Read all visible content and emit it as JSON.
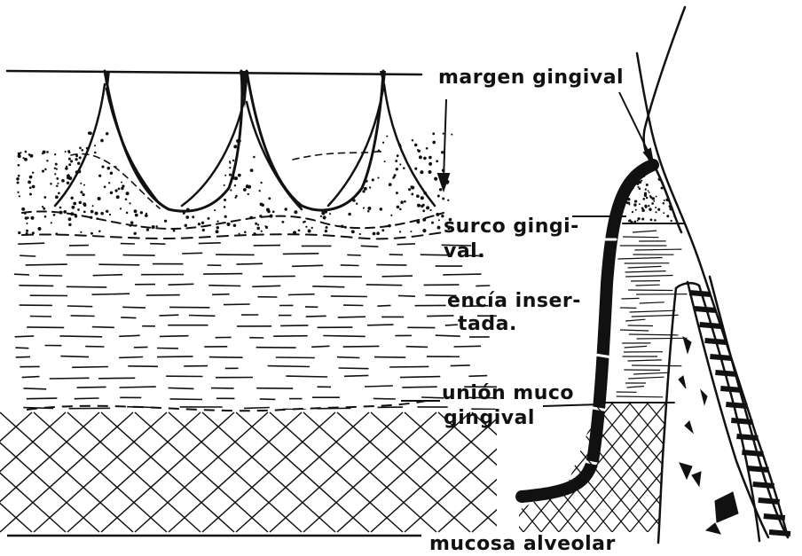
{
  "labels": {
    "margen": "margen gingival",
    "surco_1": "surco gingi-",
    "surco_2": "val.",
    "encia_1": "encía inser-",
    "encia_2": "tada.",
    "union_1": "unión muco",
    "union_2": "gingival",
    "mucosa": "mucosa alveolar"
  },
  "colors": {
    "ink": "#111111",
    "paper": "#ffffff"
  }
}
